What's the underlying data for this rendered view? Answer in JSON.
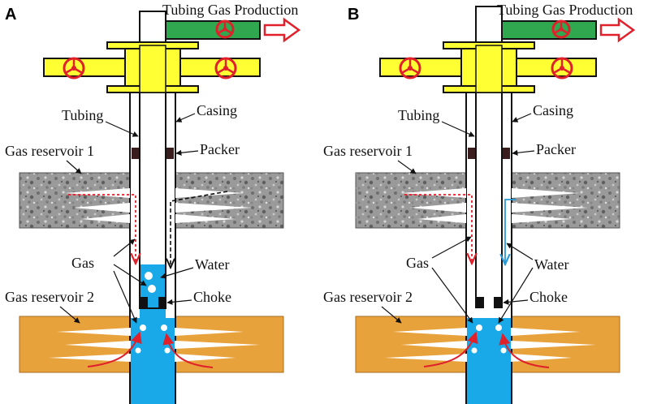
{
  "colors": {
    "pipe_outline": "#111111",
    "production_pipe": "#2fa84f",
    "wellhead_yellow": "#ffff33",
    "valve_red": "#e0202a",
    "water_blue": "#19a8e8",
    "reservoir_orange": "#e8a23c",
    "gas_arrow_red": "#e0202a",
    "water_arrow_blue": "#2a9ad8"
  },
  "panels": [
    {
      "id": "A",
      "letter": "A",
      "title": "Tubing Gas Production",
      "labels": {
        "tubing": "Tubing",
        "casing": "Casing",
        "packer": "Packer",
        "reservoir1": "Gas reservoir 1",
        "reservoir2": "Gas reservoir 2",
        "gas": "Gas",
        "water": "Water",
        "choke": "Choke"
      }
    },
    {
      "id": "B",
      "letter": "B",
      "title": "Tubing Gas Production",
      "labels": {
        "tubing": "Tubing",
        "casing": "Casing",
        "packer": "Packer",
        "reservoir1": "Gas reservoir 1",
        "reservoir2": "Gas reservoir 2",
        "gas": "Gas",
        "water": "Water",
        "choke": "Choke"
      }
    }
  ]
}
